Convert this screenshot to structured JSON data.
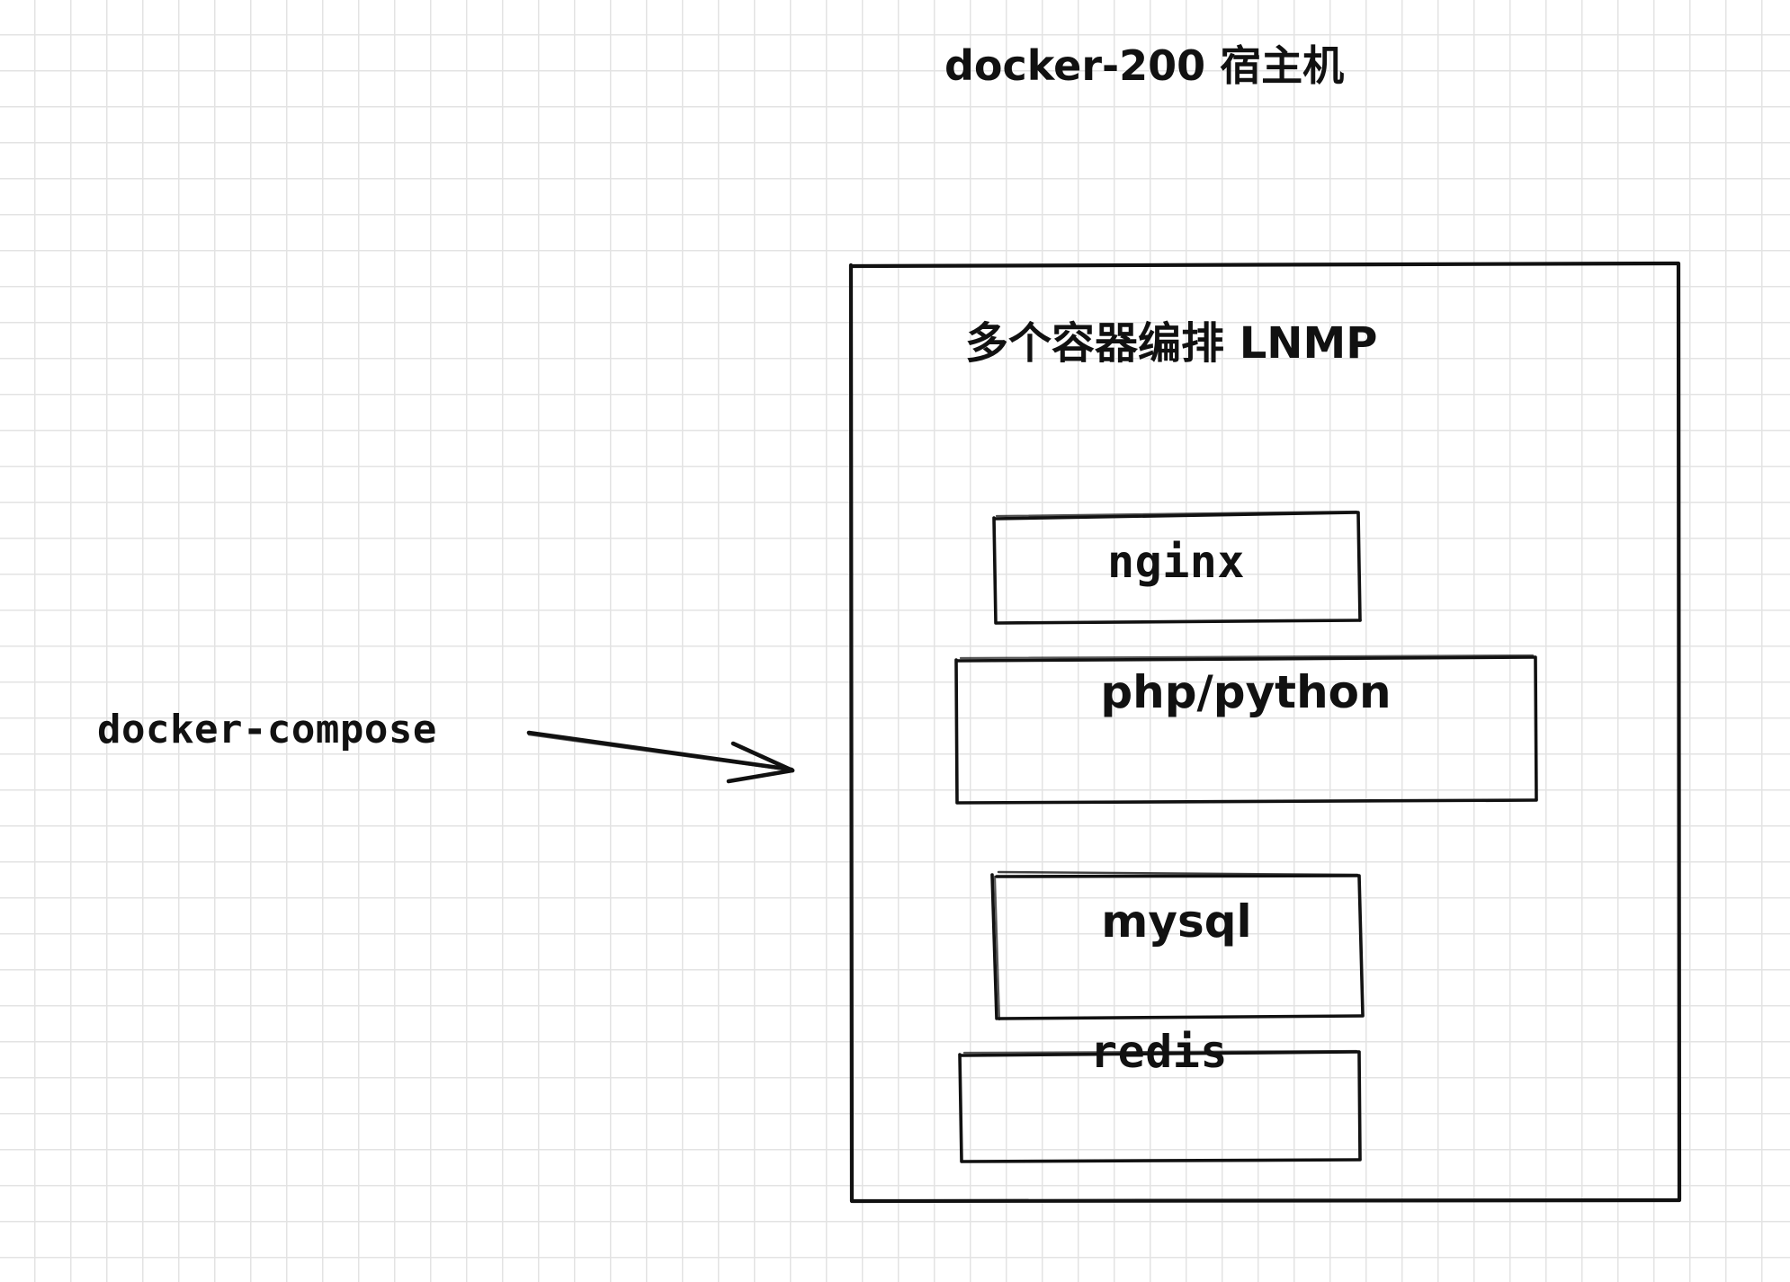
{
  "diagram": {
    "type": "hand-drawn-architecture-diagram",
    "background": "graph-paper-grid",
    "grid_color": "#e3e3e3",
    "ink_color": "#111111",
    "host_title": "docker-200 宿主机",
    "outer_box": {
      "name": "docker host boundary",
      "title": "多个容器编排 LNMP"
    },
    "annotation": {
      "label": "docker-compose",
      "arrow": "points from docker-compose label to the host box"
    },
    "containers": [
      {
        "name": "nginx",
        "label": "nginx"
      },
      {
        "name": "php-python",
        "label": "php/python"
      },
      {
        "name": "mysql",
        "label": "mysql"
      },
      {
        "name": "redis",
        "label": "redis"
      }
    ]
  }
}
